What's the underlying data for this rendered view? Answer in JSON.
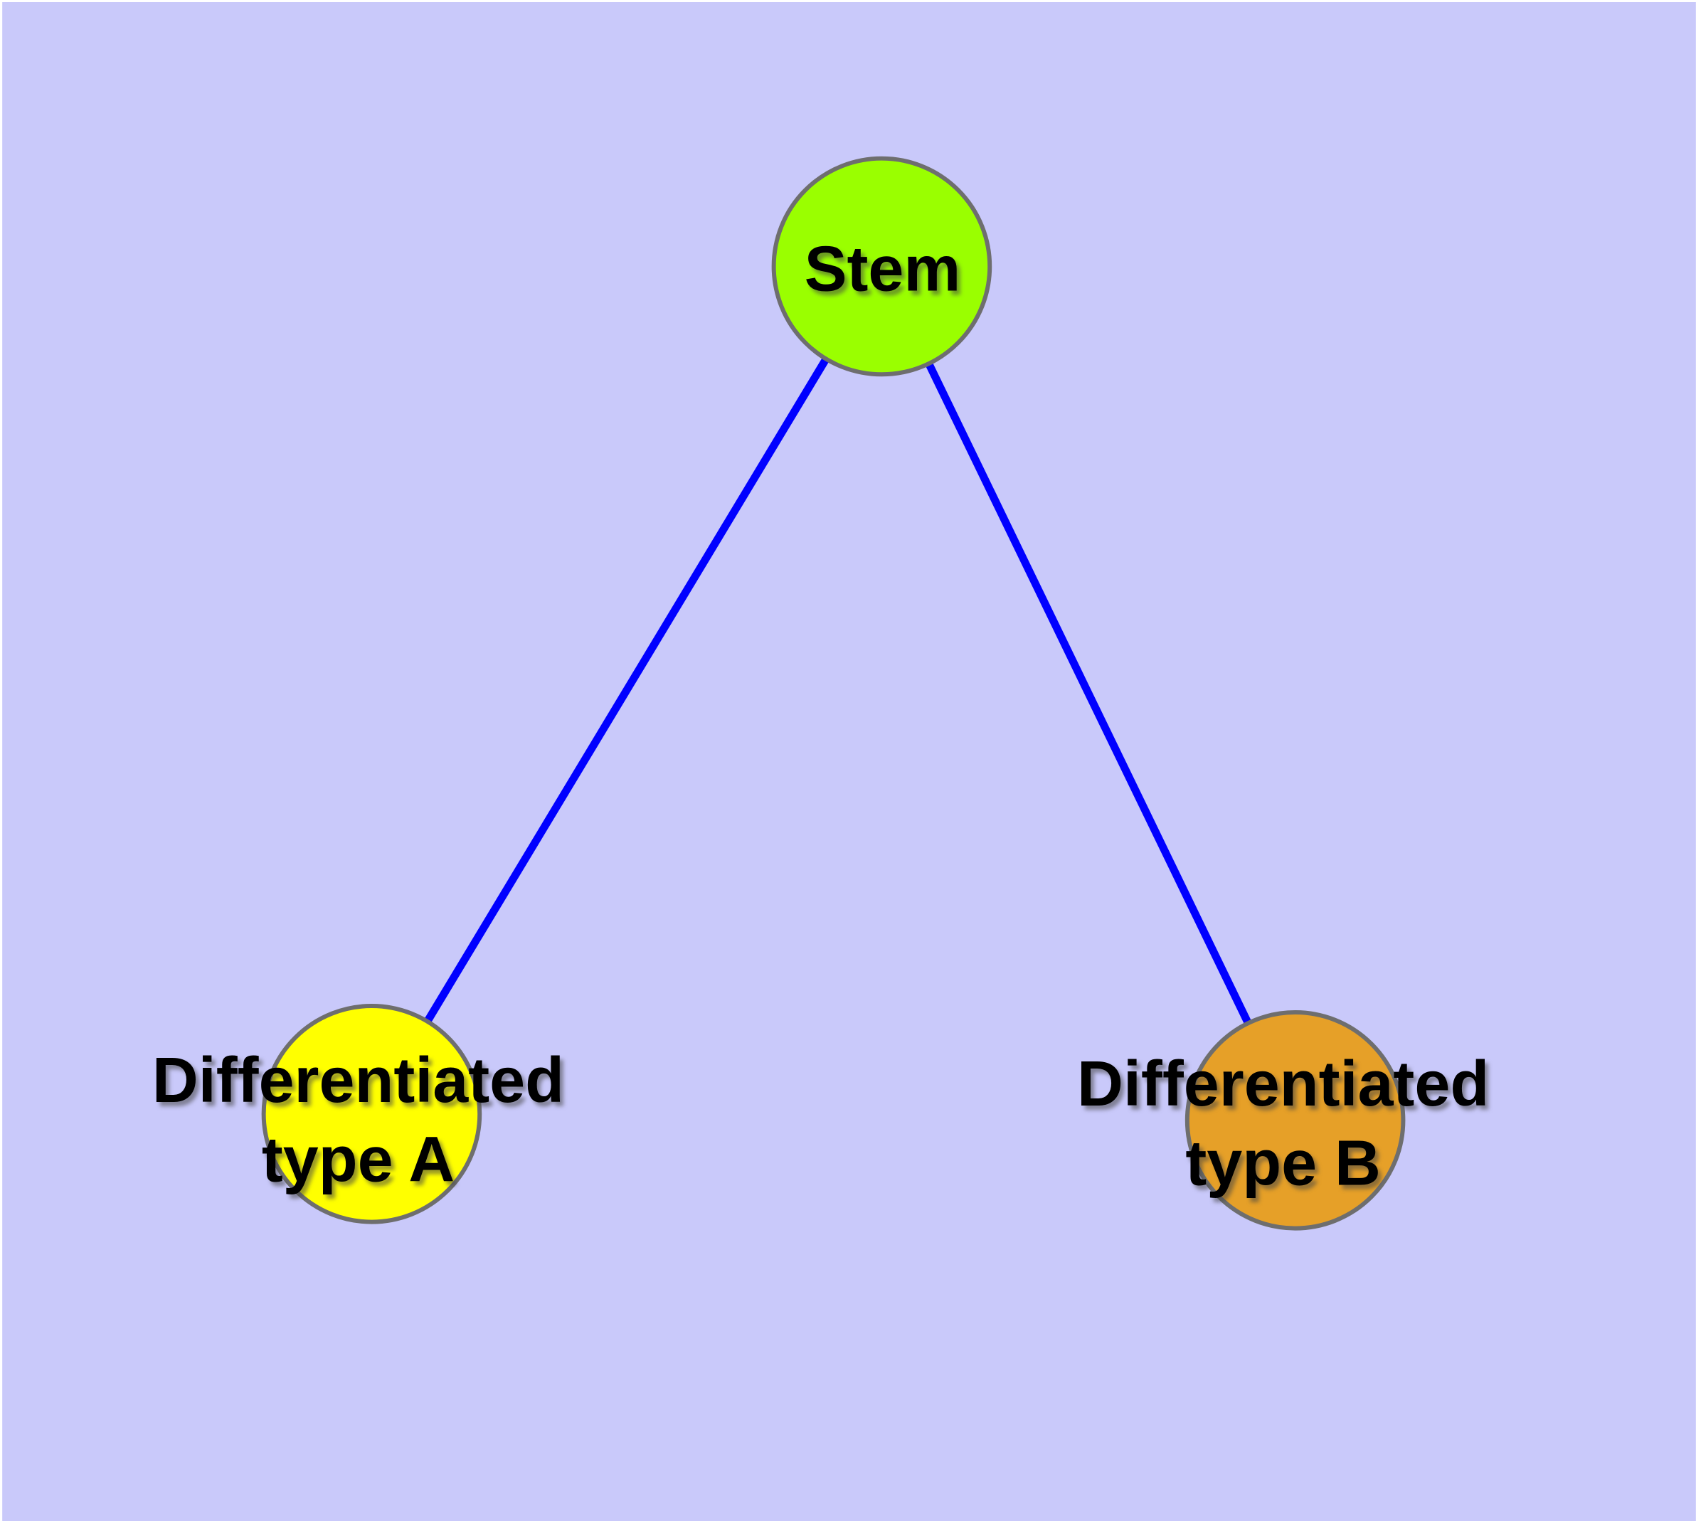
{
  "diagram": {
    "type": "graph",
    "background_color": "#c9c9fa",
    "edge_color": "#0000ff",
    "node_border_color": "#6e6e6e",
    "label_color": "#000000",
    "nodes": [
      {
        "id": "stem",
        "label": "Stem",
        "lines": [
          "Stem"
        ],
        "fill": "#9aff00"
      },
      {
        "id": "differentiated-type-a",
        "label": "Differentiated type A",
        "lines": [
          "Differentiated",
          "type A"
        ],
        "fill": "#ffff00"
      },
      {
        "id": "differentiated-type-b",
        "label": "Differentiated type B",
        "lines": [
          "Differentiated",
          "type B"
        ],
        "fill": "#e6a028"
      }
    ],
    "edges": [
      {
        "from": "Stem",
        "to": "Differentiated type A"
      },
      {
        "from": "Stem",
        "to": "Differentiated type B"
      }
    ]
  }
}
